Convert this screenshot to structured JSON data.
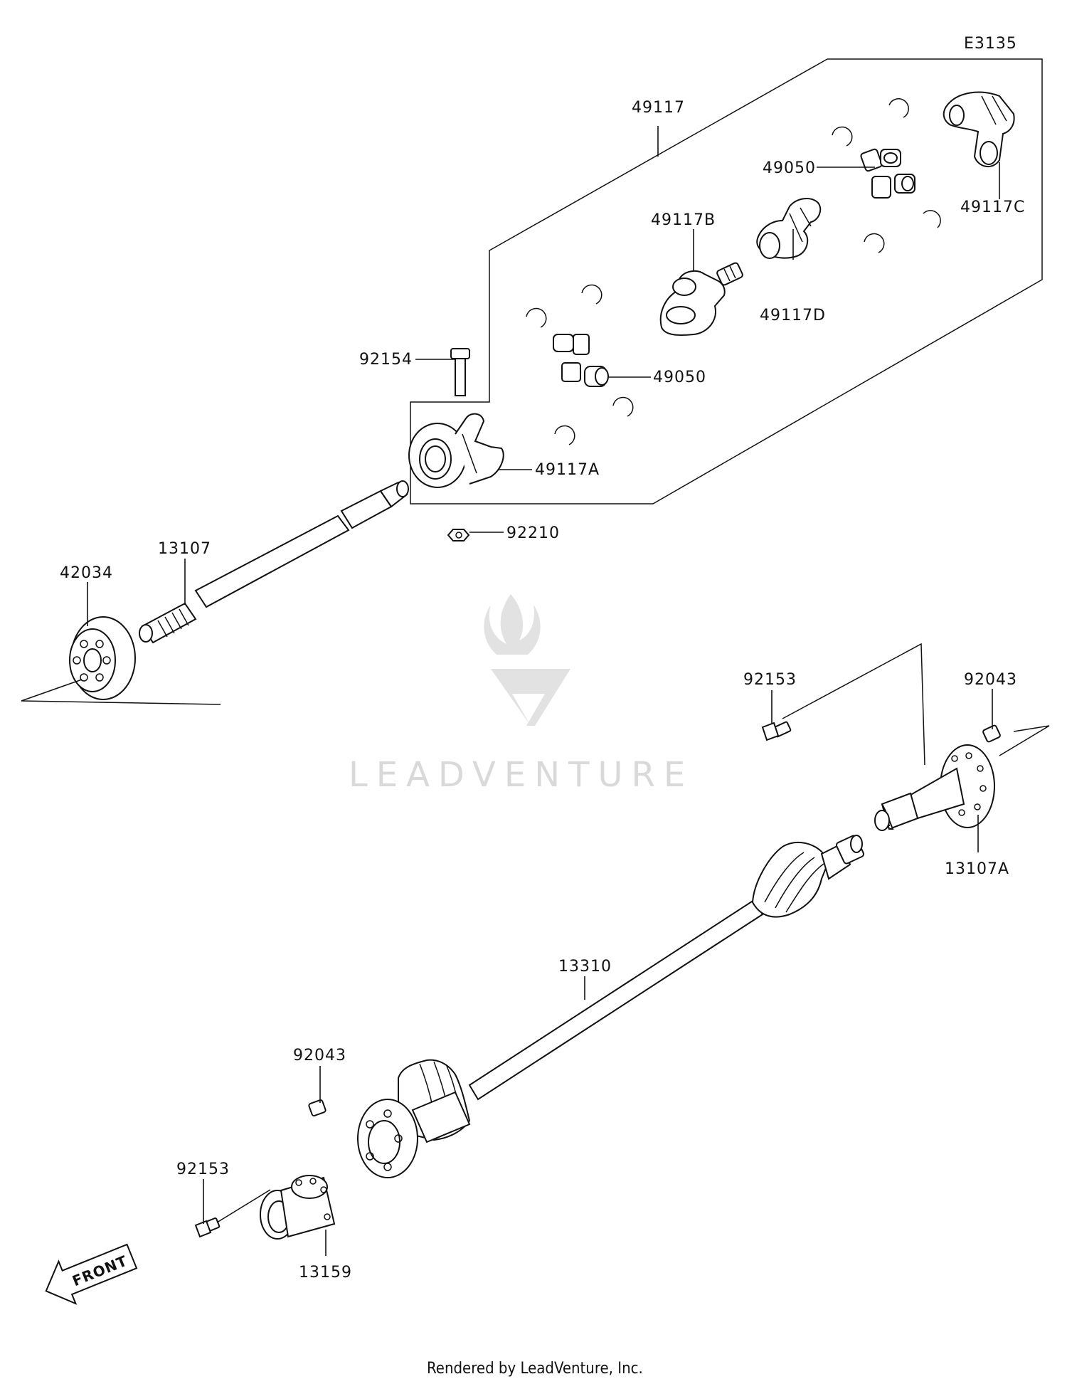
{
  "diagram_code": "E3135",
  "footer": "Rendered by LeadVenture, Inc.",
  "watermark": "LEADVENTURE",
  "front_arrow_label": "FRONT",
  "callouts": {
    "c49117": "49117",
    "c49050_top": "49050",
    "c49117C": "49117C",
    "c49117B": "49117B",
    "c49117D": "49117D",
    "c92154": "92154",
    "c49050_mid": "49050",
    "c49117A": "49117A",
    "c92210": "92210",
    "c13107": "13107",
    "c42034": "42034",
    "c92153_right": "92153",
    "c92043_right": "92043",
    "c13107A": "13107A",
    "c13310": "13310",
    "c92043_left": "92043",
    "c92153_left": "92153",
    "c13159": "13159"
  }
}
